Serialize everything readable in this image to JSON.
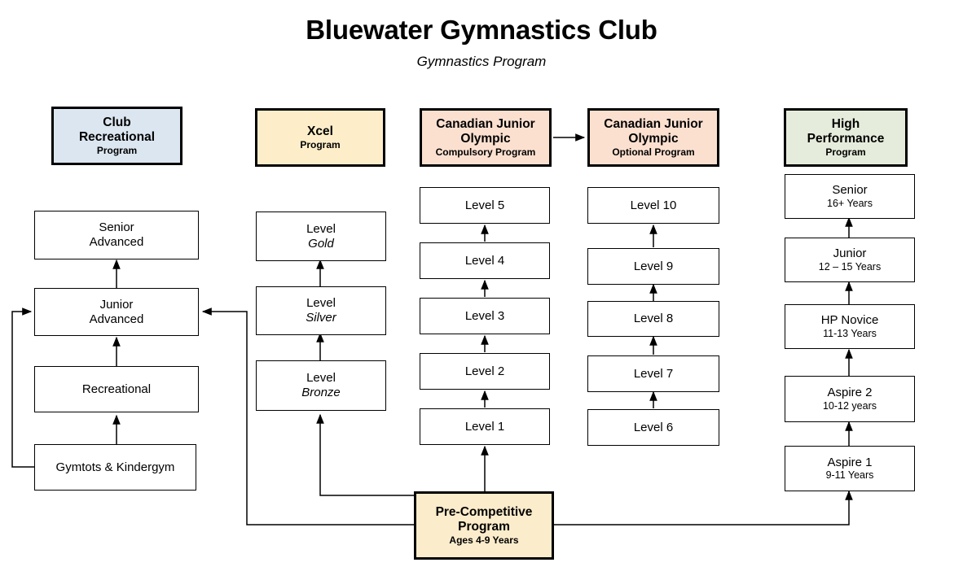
{
  "header": {
    "title": "Bluewater Gymnastics Club",
    "subtitle": "Gymnastics Program"
  },
  "colors": {
    "club_recreational": "#dce6f1",
    "xcel": "#fdeec9",
    "canadian_junior_olympic": "#fbe0d0",
    "high_performance": "#e5ecdb",
    "pre_competitive": "#fbeccb",
    "border": "#000000",
    "connector": "#000000"
  },
  "streams": [
    {
      "key": "club-recreational",
      "header": {
        "line1": "Club",
        "line2": "Recreational",
        "line3": "Program"
      },
      "levels": [
        {
          "line1": "Senior",
          "line2": "Advanced"
        },
        {
          "line1": "Junior",
          "line2": "Advanced"
        },
        {
          "line1": "Recreational",
          "line2": ""
        },
        {
          "line1": "Gymtots & Kindergym",
          "line2": ""
        }
      ]
    },
    {
      "key": "xcel",
      "header": {
        "line1": "Xcel",
        "line2": "",
        "line3": "Program"
      },
      "levels": [
        {
          "line1": "Level",
          "line2": "Gold"
        },
        {
          "line1": "Level",
          "line2": "Silver"
        },
        {
          "line1": "Level",
          "line2": "Bronze"
        }
      ]
    },
    {
      "key": "cjo-compulsory",
      "header": {
        "line1": "Canadian Junior",
        "line2": "Olympic",
        "line3": "Compulsory Program"
      },
      "levels": [
        {
          "line1": "Level 5",
          "line2": ""
        },
        {
          "line1": "Level 4",
          "line2": ""
        },
        {
          "line1": "Level 3",
          "line2": ""
        },
        {
          "line1": "Level 2",
          "line2": ""
        },
        {
          "line1": "Level 1",
          "line2": ""
        }
      ]
    },
    {
      "key": "cjo-optional",
      "header": {
        "line1": "Canadian Junior",
        "line2": "Olympic",
        "line3": "Optional Program"
      },
      "levels": [
        {
          "line1": "Level 10",
          "line2": ""
        },
        {
          "line1": "Level 9",
          "line2": ""
        },
        {
          "line1": "Level 8",
          "line2": ""
        },
        {
          "line1": "Level 7",
          "line2": ""
        },
        {
          "line1": "Level 6",
          "line2": ""
        }
      ]
    },
    {
      "key": "high-performance",
      "header": {
        "line1": "High",
        "line2": "Performance",
        "line3": "Program"
      },
      "levels": [
        {
          "line1": "Senior",
          "line2": "16+ Years"
        },
        {
          "line1": "Junior",
          "line2": "12 – 15 Years"
        },
        {
          "line1": "HP Novice",
          "line2": "11-13 Years"
        },
        {
          "line1": "Aspire 2",
          "line2": "10-12 years"
        },
        {
          "line1": "Aspire 1",
          "line2": "9-11 Years"
        }
      ]
    }
  ],
  "pre_competitive": {
    "line1": "Pre-Competitive",
    "line2": "Program",
    "line3": "Ages 4-9 Years"
  }
}
